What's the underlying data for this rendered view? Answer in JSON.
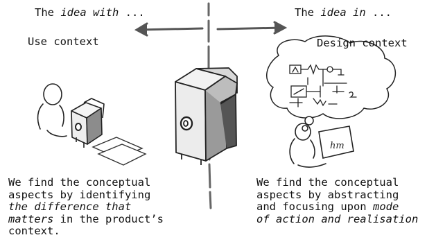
{
  "left": {
    "heading_prefix": "The ",
    "heading_emph": "idea with",
    "heading_suffix": " ...",
    "context_label": "Use context",
    "paragraph": {
      "l1": "We find the conceptual",
      "l2": "aspects by identifying",
      "l3_emph": "the difference that",
      "l4_emph": "matters",
      "l4_rest": " in the product’s",
      "l5": "context."
    }
  },
  "right": {
    "heading_prefix": "The ",
    "heading_emph": "idea in",
    "heading_suffix": " ...",
    "context_label": "Design context",
    "paragraph": {
      "l1": "We find the conceptual",
      "l2": "aspects by abstracting",
      "l3_plain": "and focusing upon ",
      "l3_emph": "mode",
      "l4_emph": "of action and realisation"
    },
    "board_text": "hm"
  },
  "colors": {
    "ink": "#111111",
    "arrow": "#555555",
    "divider": "#666666"
  }
}
